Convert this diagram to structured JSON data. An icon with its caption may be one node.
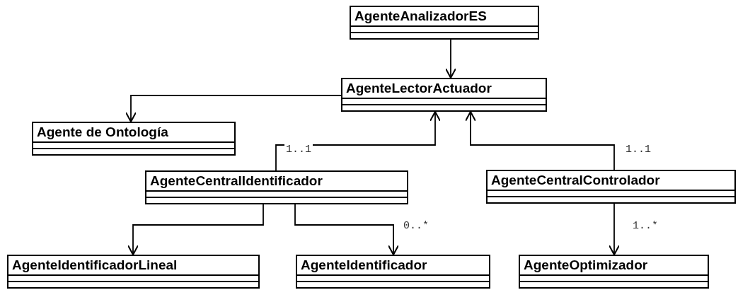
{
  "diagram": {
    "nodes": [
      {
        "text": [
          "AgenteAnalizadorES"
        ]
      },
      {
        "text": [
          "AgenteLectorActuador"
        ]
      },
      {
        "text": [
          "Agente de Ontología"
        ]
      },
      {
        "text": [
          "AgenteCentralIdentificador"
        ]
      },
      {
        "text": [
          "AgenteCentralControlador"
        ]
      },
      {
        "text": [
          "AgenteIdentificadorLineal"
        ]
      },
      {
        "text": [
          "AgenteIdentificador"
        ]
      },
      {
        "text": [
          "AgenteOptimizador"
        ]
      }
    ],
    "edges": [
      {
        "from": 0,
        "to": 1,
        "arrow": "to"
      },
      {
        "from": 1,
        "to": 2,
        "arrow": "to"
      },
      {
        "from": 3,
        "to": 1,
        "arrow": "to",
        "label": "1..1"
      },
      {
        "from": 4,
        "to": 1,
        "arrow": "to",
        "label": "1..1"
      },
      {
        "from": 3,
        "to": 5,
        "arrow": "to"
      },
      {
        "from": 3,
        "to": 6,
        "arrow": "to",
        "label": "0..*"
      },
      {
        "from": 4,
        "to": 7,
        "arrow": "to",
        "label": "1..*"
      }
    ]
  }
}
